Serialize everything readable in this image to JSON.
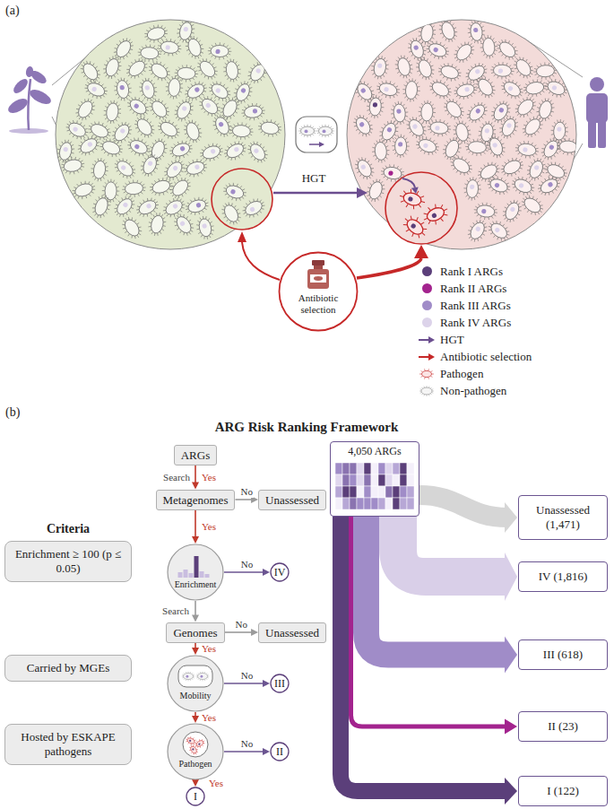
{
  "diagram": {
    "title": "ARG Risk Ranking Framework",
    "nodes": [
      {
        "text": [
          "Antibiotic selection"
        ]
      },
      {
        "text": [
          "ARGs"
        ]
      },
      {
        "text": [
          "Metagenomes"
        ]
      },
      {
        "text": [
          "Unassessed"
        ]
      },
      {
        "text": [
          "Enrichment"
        ]
      },
      {
        "text": [
          "IV"
        ]
      },
      {
        "text": [
          "Genomes"
        ]
      },
      {
        "text": [
          "Unassessed"
        ]
      },
      {
        "text": [
          "Mobility"
        ]
      },
      {
        "text": [
          "III"
        ]
      },
      {
        "text": [
          "Pathogen"
        ]
      },
      {
        "text": [
          "II"
        ]
      },
      {
        "text": [
          "I"
        ]
      },
      {
        "text": [
          "Enrichment ≥ 100 (p ≤ 0.05)"
        ]
      },
      {
        "text": [
          "Carried by MGEs"
        ]
      },
      {
        "text": [
          "Hosted by ESKAPE pathogens"
        ]
      },
      {
        "text": [
          "4,050 ARGs"
        ]
      },
      {
        "text": [
          "Unassessed (1,471)"
        ]
      },
      {
        "text": [
          "IV (1,816)"
        ]
      },
      {
        "text": [
          "III (618)"
        ]
      },
      {
        "text": [
          "II (23)"
        ]
      },
      {
        "text": [
          "I (122)"
        ]
      }
    ],
    "edges": [
      {
        "from": 1,
        "to": 2,
        "label": "Yes",
        "arrow": "to"
      },
      {
        "from": 2,
        "to": 3,
        "label": "No",
        "arrow": "to"
      },
      {
        "from": 2,
        "to": 4,
        "label": "Yes",
        "arrow": "to"
      },
      {
        "from": 4,
        "to": 5,
        "label": "No",
        "arrow": "to"
      },
      {
        "from": 4,
        "to": 6,
        "label": "Search",
        "arrow": "to"
      },
      {
        "from": 6,
        "to": 7,
        "label": "No",
        "arrow": "to"
      },
      {
        "from": 6,
        "to": 8,
        "label": "Yes",
        "arrow": "to"
      },
      {
        "from": 8,
        "to": 9,
        "label": "No",
        "arrow": "to"
      },
      {
        "from": 8,
        "to": 10,
        "label": "Yes",
        "arrow": "to"
      },
      {
        "from": 10,
        "to": 11,
        "label": "No",
        "arrow": "to"
      },
      {
        "from": 10,
        "to": 12,
        "label": "Yes",
        "arrow": "to"
      },
      {
        "from": 16,
        "to": 17,
        "arrow": "to"
      },
      {
        "from": 16,
        "to": 18,
        "arrow": "to"
      },
      {
        "from": 16,
        "to": 19,
        "arrow": "to"
      },
      {
        "from": 16,
        "to": 20,
        "arrow": "to"
      },
      {
        "from": 16,
        "to": 21,
        "arrow": "to"
      }
    ],
    "labels": [
      "(a)",
      "HGT",
      "(b)",
      "Search",
      "Criteria"
    ],
    "legend": [
      {
        "text": "Rank I ARGs",
        "color": "#5b3f7a"
      },
      {
        "text": "Rank II ARGs",
        "color": "#a3238e"
      },
      {
        "text": "Rank III ARGs",
        "color": "#a08cc8"
      },
      {
        "text": "Rank IV ARGs",
        "color": "#dcd3ea"
      },
      {
        "text": "HGT"
      },
      {
        "text": "Antibiotic selection"
      },
      {
        "text": "Pathogen"
      },
      {
        "text": "Non-pathogen"
      }
    ]
  }
}
